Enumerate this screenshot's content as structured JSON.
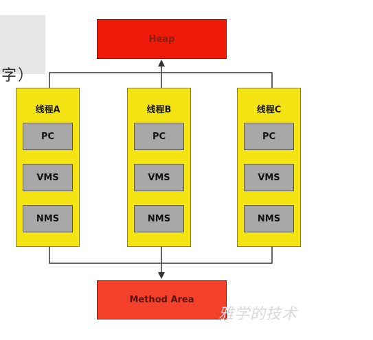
{
  "corner": {
    "text": "字）"
  },
  "heap": {
    "label": "Heap"
  },
  "method_area": {
    "label": "Method Area"
  },
  "threads": [
    {
      "title": "线程A",
      "slots": [
        "PC",
        "VMS",
        "NMS"
      ]
    },
    {
      "title": "线程B",
      "slots": [
        "PC",
        "VMS",
        "NMS"
      ]
    },
    {
      "title": "线程C",
      "slots": [
        "PC",
        "VMS",
        "NMS"
      ]
    }
  ],
  "watermark": {
    "text": "雅学的技术"
  },
  "colors": {
    "heap": "#ee1b0b",
    "method_area": "#f2402b",
    "thread": "#f4e414",
    "slot": "#a8a8a8"
  }
}
